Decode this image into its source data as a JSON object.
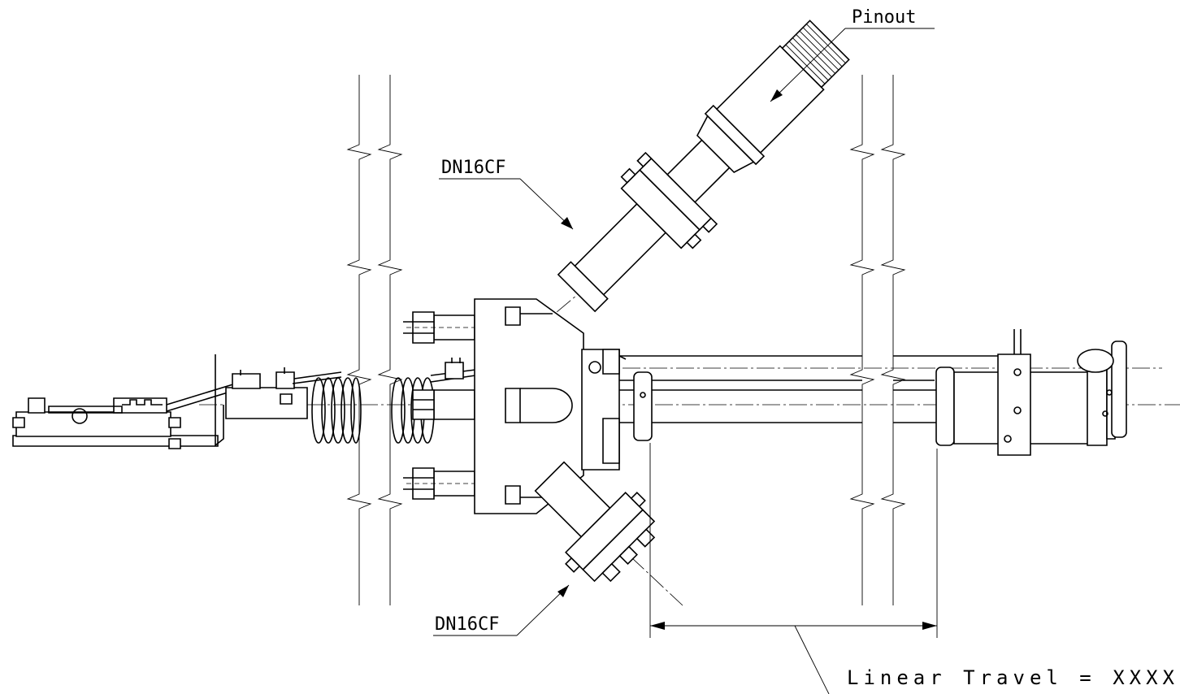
{
  "labels": {
    "pinout": "Pinout",
    "flange_upper": "DN16CF",
    "flange_lower": "DN16CF",
    "linear_travel": "Linear Travel = XXXX"
  }
}
